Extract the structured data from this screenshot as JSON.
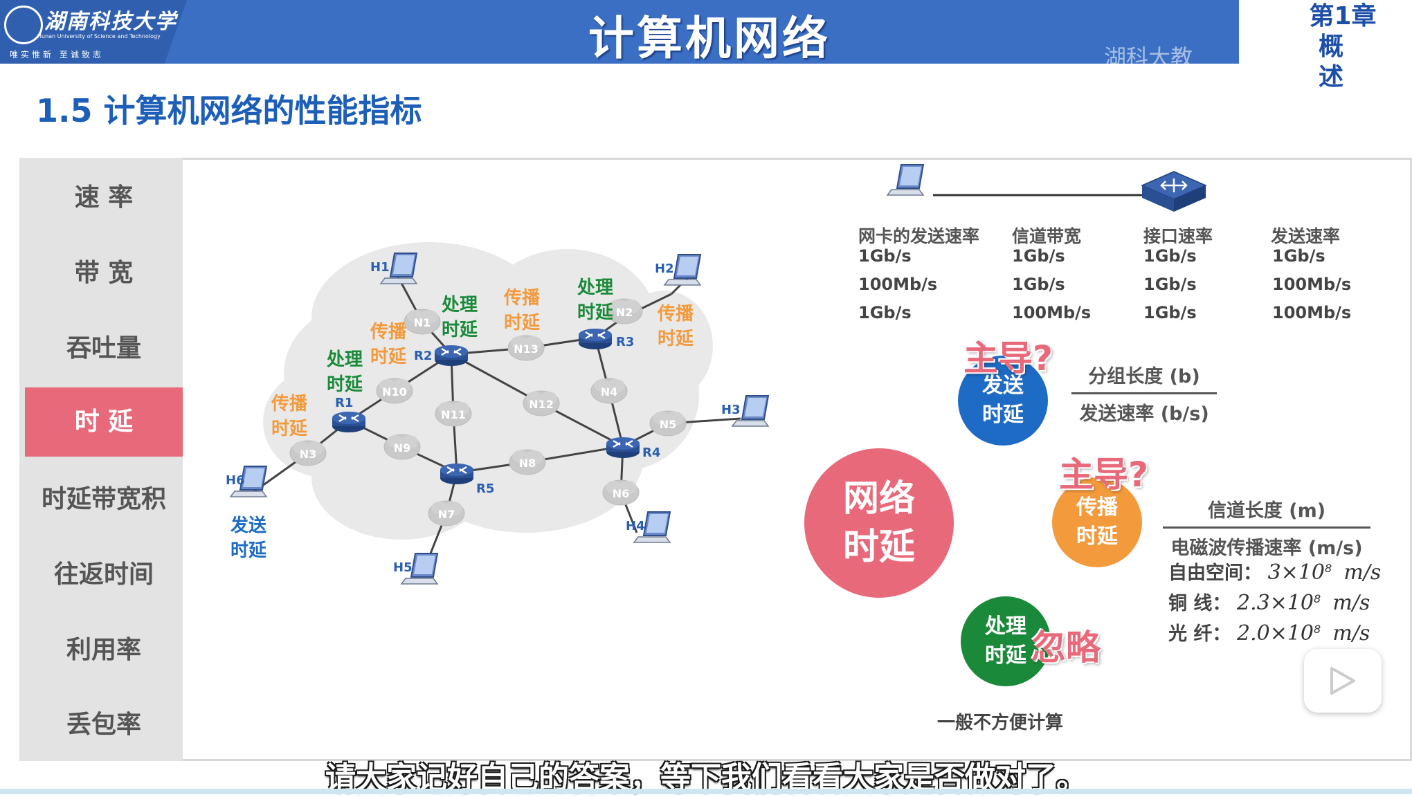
{
  "header": {
    "university_name": "湖南科技大学",
    "university_en": "Hunan University of Science and Technology",
    "motto": "唯实惟新  至诚致志",
    "title": "计算机网络",
    "watermark": "湖科大教",
    "chapter_title": "第1章",
    "chapter_sub": "概述"
  },
  "section_title": "1.5 计算机网络的性能指标",
  "sidebar": {
    "items": [
      {
        "label": "速  率",
        "active": false
      },
      {
        "label": "带  宽",
        "active": false
      },
      {
        "label": "吞吐量",
        "active": false
      },
      {
        "label": "时  延",
        "active": true
      },
      {
        "label": "时延带宽积",
        "active": false
      },
      {
        "label": "往返时间",
        "active": false
      },
      {
        "label": "利用率",
        "active": false
      },
      {
        "label": "丢包率",
        "active": false
      }
    ]
  },
  "network": {
    "hosts": [
      "H1",
      "H2",
      "H3",
      "H4",
      "H5",
      "H6"
    ],
    "routers": [
      "R1",
      "R2",
      "R3",
      "R4",
      "R5"
    ],
    "nodes": [
      "N1",
      "N2",
      "N3",
      "N4",
      "N5",
      "N6",
      "N7",
      "N8",
      "N9",
      "N10",
      "N11",
      "N12",
      "N13"
    ],
    "labels": {
      "propagation": "传播时延",
      "processing": "处理时延",
      "transmission": "发送时延"
    }
  },
  "rate_table": {
    "headers": [
      "网卡的发送速率",
      "信道带宽",
      "接口速率",
      "发送速率"
    ],
    "rows": [
      [
        "1Gb/s",
        "1Gb/s",
        "1Gb/s",
        "1Gb/s"
      ],
      [
        "100Mb/s",
        "1Gb/s",
        "1Gb/s",
        "100Mb/s"
      ],
      [
        "1Gb/s",
        "100Mb/s",
        "1Gb/s",
        "100Mb/s"
      ]
    ]
  },
  "delays": {
    "network_delay": "网络时延",
    "transmission_delay": "发送时延",
    "propagation_delay": "传播时延",
    "processing_delay": "处理时延",
    "dominant_q": "主导?",
    "ignore": "忽略",
    "processing_note": "一般不方便计算",
    "colors": {
      "red": "#e8697a",
      "blue": "#1d6bc4",
      "orange": "#f39a3c",
      "green": "#1a8a3a"
    }
  },
  "formulas": {
    "transmission_num": "分组长度 (b)",
    "transmission_den": "发送速率 (b/s)",
    "propagation_num": "信道长度 (m)",
    "propagation_den": "电磁波传播速率 (m/s)",
    "speeds": [
      {
        "medium": "自由空间：",
        "value": "3×10",
        "exp": "8",
        "unit": "m/s"
      },
      {
        "medium": "铜      线：",
        "value": "2.3×10",
        "exp": "8",
        "unit": "m/s"
      },
      {
        "medium": "光      纤：",
        "value": "2.0×10",
        "exp": "8",
        "unit": "m/s"
      }
    ]
  },
  "subtitle": "请大家记好自己的答案，等下我们看看大家是否做对了。"
}
